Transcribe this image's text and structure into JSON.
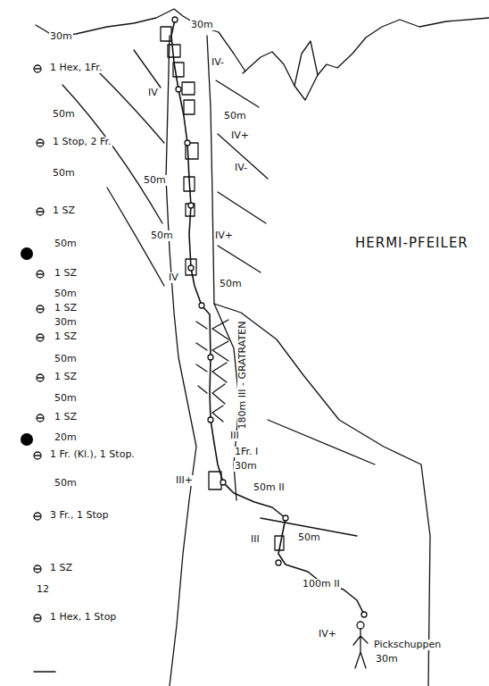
{
  "diagram": {
    "title": "HERMI-PFEILER",
    "labels": [
      "30m",
      "1 Hex, 1Fr.",
      "50m",
      "1 Stop, 2 Fr.",
      "50m",
      "1 SZ",
      "50m",
      "1 SZ",
      "50m",
      "1 SZ",
      "30m",
      "1 SZ",
      "50m",
      "1 SZ",
      "50m",
      "1 SZ",
      "20m",
      "1 Fr. (Kl.), 1 Stop.",
      "50m",
      "3 Fr., 1 Stop",
      "1 SZ",
      "12",
      "1 Hex, 1 Stop",
      "30m",
      "IV-",
      "IV",
      "50m",
      "IV+",
      "IV-",
      "50m",
      "50m",
      "IV+",
      "IV",
      "50m",
      "180m III - GRATRATEN",
      "III",
      "1Fr. I",
      "30m",
      "III+",
      "50m II",
      "III",
      "50m",
      "100m II",
      "IV+",
      "Pickschuppen",
      "30m"
    ]
  }
}
